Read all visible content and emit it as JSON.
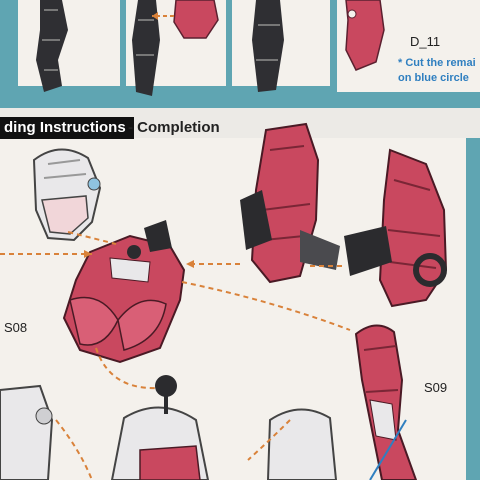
{
  "header": {
    "title": "ding Instructions",
    "subtitle": "- Completion"
  },
  "top_right": {
    "part_label": "D_11",
    "note": "* Cut the remai\non blue circle"
  },
  "labels": {
    "s08": "S08",
    "s09": "S09"
  },
  "colors": {
    "background": "#5fa5b2",
    "panel": "#f4f1ec",
    "armor_pink": "#c9485f",
    "armor_dark": "#2b2b2e",
    "guide_arrow": "#d9823a"
  }
}
